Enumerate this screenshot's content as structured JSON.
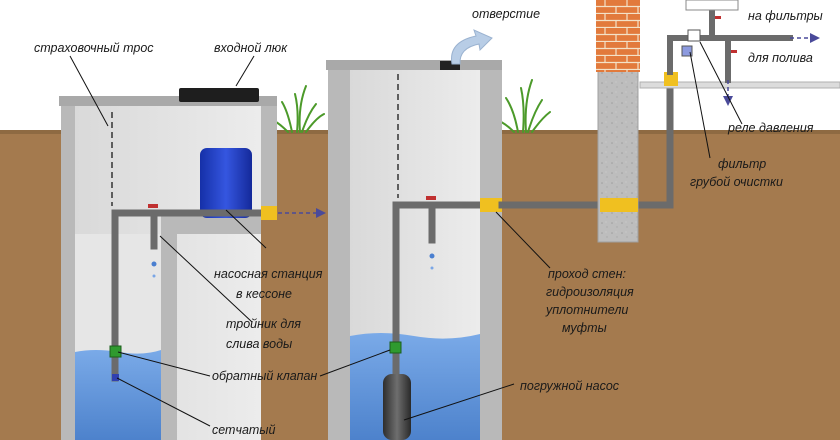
{
  "labels": {
    "safety_rope": "страховочный трос",
    "entry_hatch": "входной люк",
    "opening": "отверстие",
    "to_filters": "на фильтры",
    "for_watering": "для полива",
    "pressure_relay": "реле давления",
    "coarse_filter_line1": "фильтр",
    "coarse_filter_line2": "грубой очистки",
    "pump_station_line1": "насосная станция",
    "pump_station_line2": "в кессоне",
    "wall_passage_line1": "проход стен:",
    "wall_passage_line2": "гидроизоляция",
    "wall_passage_line3": "уплотнители",
    "wall_passage_line4": "муфты",
    "tee_line1": "тройник для",
    "tee_line2": "слива воды",
    "check_valve": "обратный клапан",
    "submersible_pump": "погружной насос",
    "mesh": "сетчатый"
  },
  "colors": {
    "sky": "#ffffff",
    "soil": "#a47a4e",
    "concrete": "#c4c4c4",
    "pipe": "#6b6b6b",
    "water": "#5b8fd6",
    "tank": "#1f3fbf",
    "coupling": "#f0c020",
    "brick": "#e07a3a",
    "arrow": "#4a4a9a"
  },
  "icons": [
    "grass-icon",
    "flow-arrow-icon",
    "drip-icon"
  ]
}
